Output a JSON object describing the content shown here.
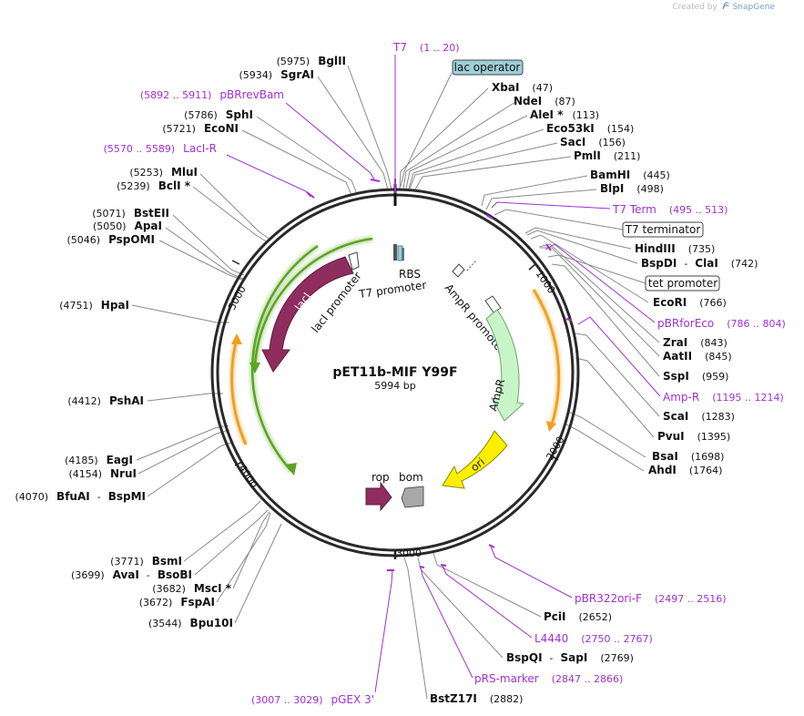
{
  "credit": {
    "prefix": "Created by",
    "brand": "SnapGene"
  },
  "plasmid": {
    "name": "pET11b-MIF Y99F",
    "length": "5994 bp"
  },
  "ticks": [
    "1000",
    "2000",
    "3000",
    "4000",
    "5000"
  ],
  "sites_right": [
    {
      "name": "XbaI",
      "pos": "(47)"
    },
    {
      "name": "NdeI",
      "pos": "(87)"
    },
    {
      "name": "AleI *",
      "pos": "(113)"
    },
    {
      "name": "Eco53kI",
      "pos": "(154)"
    },
    {
      "name": "SacI",
      "pos": "(156)"
    },
    {
      "name": "PmlI",
      "pos": "(211)"
    },
    {
      "name": "BamHI",
      "pos": "(445)"
    },
    {
      "name": "BlpI",
      "pos": "(498)"
    },
    {
      "name": "HindIII",
      "pos": "(735)"
    },
    {
      "name": "BspDI",
      "sep": "-",
      "name2": "ClaI",
      "pos": "(742)"
    },
    {
      "name": "EcoRI",
      "pos": "(766)"
    },
    {
      "name": "ZraI",
      "pos": "(843)"
    },
    {
      "name": "AatII",
      "pos": "(845)"
    },
    {
      "name": "SspI",
      "pos": "(959)"
    },
    {
      "name": "ScaI",
      "pos": "(1283)"
    },
    {
      "name": "PvuI",
      "pos": "(1395)"
    },
    {
      "name": "BsaI",
      "pos": "(1698)"
    },
    {
      "name": "AhdI",
      "pos": "(1764)"
    },
    {
      "name": "PciI",
      "pos": "(2652)"
    },
    {
      "name": "BspQI",
      "sep": "-",
      "name2": "SapI",
      "pos": "(2769)"
    },
    {
      "name": "BstZ17I",
      "pos": "(2882)"
    }
  ],
  "sites_left": [
    {
      "name": "BglII",
      "pos": "(5975)"
    },
    {
      "name": "SgrAI",
      "pos": "(5934)"
    },
    {
      "name": "SphI",
      "pos": "(5786)"
    },
    {
      "name": "EcoNI",
      "pos": "(5721)"
    },
    {
      "name": "MluI",
      "pos": "(5253)"
    },
    {
      "name": "BclI *",
      "pos": "(5239)"
    },
    {
      "name": "BstEII",
      "pos": "(5071)"
    },
    {
      "name": "ApaI",
      "pos": "(5050)"
    },
    {
      "name": "PspOMI",
      "pos": "(5046)"
    },
    {
      "name": "HpaI",
      "pos": "(4751)"
    },
    {
      "name": "PshAI",
      "pos": "(4412)"
    },
    {
      "name": "EagI",
      "pos": "(4185)"
    },
    {
      "name": "NruI",
      "pos": "(4154)"
    },
    {
      "name": "BfuAI",
      "sep": "-",
      "name2": "BspMI",
      "pos": "(4070)"
    },
    {
      "name": "BsmI",
      "pos": "(3771)"
    },
    {
      "name": "AvaI",
      "sep": "-",
      "name2": "BsoBI",
      "pos": "(3699)"
    },
    {
      "name": "MscI *",
      "pos": "(3682)"
    },
    {
      "name": "FspAI",
      "pos": "(3672)"
    },
    {
      "name": "Bpu10I",
      "pos": "(3544)"
    }
  ],
  "primers": [
    {
      "name": "T7",
      "range": "(1 .. 20)"
    },
    {
      "name": "pBRrevBam",
      "range": "(5892 .. 5911)"
    },
    {
      "name": "LacI-R",
      "range": "(5570 .. 5589)"
    },
    {
      "name": "T7 Term",
      "range": "(495 .. 513)"
    },
    {
      "name": "pBRforEco",
      "range": "(786 .. 804)"
    },
    {
      "name": "Amp-R",
      "range": "(1195 .. 1214)"
    },
    {
      "name": "pBR322ori-F",
      "range": "(2497 .. 2516)"
    },
    {
      "name": "L4440",
      "range": "(2750 .. 2767)"
    },
    {
      "name": "pRS-marker",
      "range": "(2847 .. 2866)"
    },
    {
      "name": "pGEX 3'",
      "range": "(3007 .. 3029)"
    }
  ],
  "boxed_labels": [
    "lac operator",
    "T7 terminator",
    "tet promoter"
  ],
  "features": [
    "lacI",
    "lacI promoter",
    "T7 promoter",
    "RBS",
    "AmpR promoter",
    "AmpR",
    "ori",
    "rop",
    "bom"
  ],
  "colors": {
    "primer": "#a030d0",
    "lacI": "#8f2d5e",
    "rop": "#8f2d5e",
    "AmpR": "#c8f5c8",
    "ori": "#ffee00",
    "bom": "#a8a8a8",
    "orange_arc": "#f0a020",
    "green_arc": "#5aa520",
    "lac_operator_fill": "#9ecfd8",
    "ring": "#2a2a2a"
  }
}
